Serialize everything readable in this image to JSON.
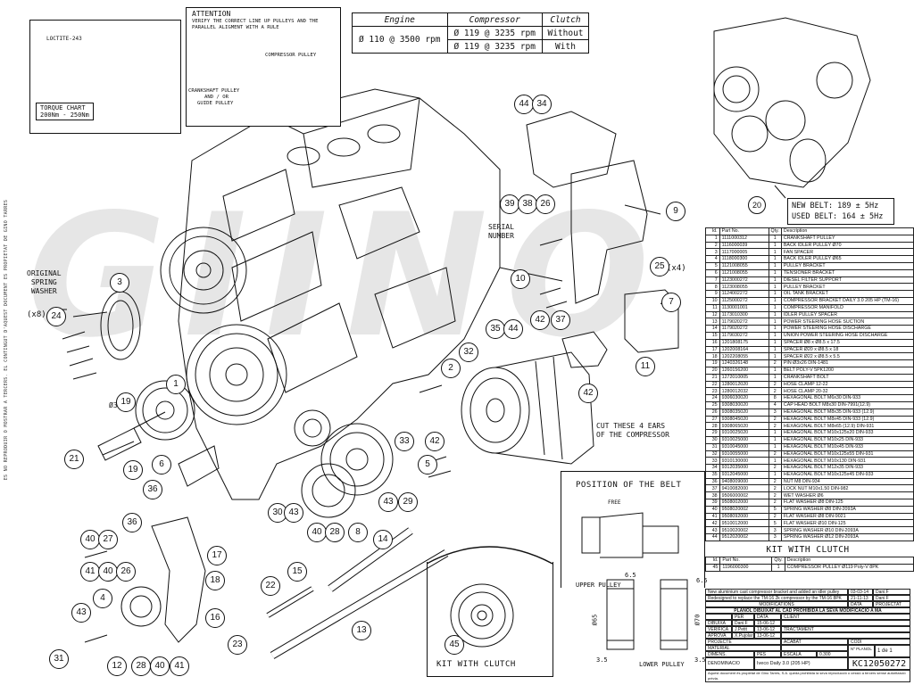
{
  "side_note": "ES NO REPRODUIR O MOSTRAR A TERCERS. EL CONTINGUT D'AQUEST DOCUMENT ES PROPIETAT DE GINO TARRES",
  "watermark": "GIINO",
  "torque_chart": {
    "loctite": "LOCTITE-243",
    "title": "TORQUE CHART",
    "value": "200Nm - 250Nm"
  },
  "attention": {
    "title": "ATTENTION",
    "text_line1": "VERIFY THE CORRECT LINE UP PULLEYS AND THE",
    "text_line2": "PARALLEL ALIGMENT WITH A RULE",
    "label_compressor": "COMPRESSOR PULLEY",
    "label_crank1": "CRANKSHAFT PULLEY",
    "label_crank2": "AND / OR",
    "label_crank3": "GUIDE PULLEY"
  },
  "spec_table": {
    "headers": [
      "Engine",
      "Compressor",
      "Clutch"
    ],
    "engine": "Ø 110 @ 3500 rpm",
    "rows": [
      {
        "compressor": "Ø 119 @ 3235 rpm",
        "clutch": "Without"
      },
      {
        "compressor": "Ø 119 @ 3235 rpm",
        "clutch": "With"
      }
    ]
  },
  "labels": {
    "original_spring_washer1": "ORIGINAL",
    "original_spring_washer2": "SPRING",
    "original_spring_washer3": "WASHER",
    "x8": "(x8)",
    "x4": "(x4)",
    "serial1": "SERIAL",
    "serial2": "NUMBER",
    "cut1": "CUT THESE 4 EARS",
    "cut2": "OF THE COMPRESSOR",
    "phi3": "Ø3",
    "kit_with_clutch_bottom": "KIT WITH CLUTCH",
    "position_belt": "POSITION OF THE BELT",
    "free": "FREE",
    "kit_with_clutch_table": "KIT WITH CLUTCH",
    "upper_pulley": "UPPER PULLEY",
    "lower_pulley": "LOWER PULLEY",
    "dim_65_top": "6.5",
    "dim_35_top": "3.5",
    "dim_phi65": "Ø65",
    "dim_phi70": "Ø70",
    "dim_65_bot": "6.5",
    "dim_35_bot": "3.5",
    "new_belt": "NEW BELT: 189 ± 5Hz",
    "used_belt": "USED BELT: 164 ± 5Hz",
    "callout_20": "20"
  },
  "callouts": [
    {
      "n": "44"
    },
    {
      "n": "34"
    },
    {
      "n": "39"
    },
    {
      "n": "38"
    },
    {
      "n": "26"
    },
    {
      "n": "9"
    },
    {
      "n": "3"
    },
    {
      "n": "24"
    },
    {
      "n": "10"
    },
    {
      "n": "25"
    },
    {
      "n": "7"
    },
    {
      "n": "42"
    },
    {
      "n": "37"
    },
    {
      "n": "35"
    },
    {
      "n": "44"
    },
    {
      "n": "32"
    },
    {
      "n": "11"
    },
    {
      "n": "42"
    },
    {
      "n": "2"
    },
    {
      "n": "1"
    },
    {
      "n": "19"
    },
    {
      "n": "21"
    },
    {
      "n": "19"
    },
    {
      "n": "6"
    },
    {
      "n": "33"
    },
    {
      "n": "42"
    },
    {
      "n": "5"
    },
    {
      "n": "36"
    },
    {
      "n": "30"
    },
    {
      "n": "43"
    },
    {
      "n": "40"
    },
    {
      "n": "28"
    },
    {
      "n": "8"
    },
    {
      "n": "43"
    },
    {
      "n": "29"
    },
    {
      "n": "14"
    },
    {
      "n": "36"
    },
    {
      "n": "40"
    },
    {
      "n": "27"
    },
    {
      "n": "41"
    },
    {
      "n": "40"
    },
    {
      "n": "26"
    },
    {
      "n": "22"
    },
    {
      "n": "15"
    },
    {
      "n": "4"
    },
    {
      "n": "43"
    },
    {
      "n": "16"
    },
    {
      "n": "31"
    },
    {
      "n": "12"
    },
    {
      "n": "28"
    },
    {
      "n": "40"
    },
    {
      "n": "41"
    },
    {
      "n": "23"
    },
    {
      "n": "13"
    },
    {
      "n": "45"
    },
    {
      "n": "18"
    },
    {
      "n": "17"
    }
  ],
  "parts_header": {
    "id": "Id.",
    "part": "Part No.",
    "qty": "Qty.",
    "desc": "Description"
  },
  "parts": [
    [
      "1",
      "1111000312",
      "1",
      "CRANKSHAFT PULLEY"
    ],
    [
      "2",
      "1116000039",
      "1",
      "BACK IDLER PULLEY Ø70"
    ],
    [
      "3",
      "1117000005",
      "1",
      "FAN SPACER"
    ],
    [
      "4",
      "1118000300",
      "1",
      "BACK IDLER PULLEY Ø65"
    ],
    [
      "5",
      "1121008055",
      "1",
      "PULLEY BRACKET"
    ],
    [
      "6",
      "1121008055",
      "1",
      "TENSIONER BRACKET"
    ],
    [
      "7",
      "1123000272",
      "1",
      "DIESEL FILTER SUPPORT"
    ],
    [
      "8",
      "1123008055",
      "1",
      "PULLEY BRACKET"
    ],
    [
      "9",
      "1124002272",
      "1",
      "OIL TANK BRACKET"
    ],
    [
      "10",
      "1125000272",
      "1",
      "COMPRESSOR BRACKET DAILY 3.0 205 HP (TM-16)"
    ],
    [
      "11",
      "1130001001",
      "1",
      "COMPRESSOR MANIFOLD"
    ],
    [
      "12",
      "1173010300",
      "1",
      "IDLER PULLEY SPACER"
    ],
    [
      "13",
      "1179020272",
      "1",
      "POWER STEERING HOSE SUCTION"
    ],
    [
      "14",
      "1179020272",
      "1",
      "POWER STEERING HOSE DISCHARGE"
    ],
    [
      "15",
      "1179030272",
      "1",
      "UNION POWER STEERING HOSE DISCHARGE"
    ],
    [
      "16",
      "1201808175",
      "1",
      "SPACER Ø8 x Ø8.5 x 17.5"
    ],
    [
      "17",
      "1202008164",
      "1",
      "SPACER Ø20 x Ø8.5 x 18"
    ],
    [
      "18",
      "1202208055",
      "1",
      "SPACER Ø22 x Ø8.5 x 5.5"
    ],
    [
      "19",
      "1240326148",
      "2",
      "PIN Ø3x26 DIN-1481"
    ],
    [
      "20",
      "1260156200",
      "1",
      "BELT POLY-V 5PK1200"
    ],
    [
      "21",
      "1272010005",
      "1",
      "CRANKSHAFT BOLT"
    ],
    [
      "22",
      "1280012020",
      "2",
      "HOSE CLAMP 12-22"
    ],
    [
      "23",
      "1280012032",
      "2",
      "HOSE CLAMP 20-32"
    ],
    [
      "24",
      "9306030020",
      "8",
      "HEXAGONAL BOLT M6x30 DIN-933"
    ],
    [
      "25",
      "9308030020",
      "4",
      "CAP HEAD BOLT M8x30 DIN-7991(12.9)"
    ],
    [
      "26",
      "9308035020",
      "3",
      "HEXAGONAL BOLT M8x35 DIN-933 (12.9)"
    ],
    [
      "27",
      "9308045020",
      "2",
      "HEXAGONAL BOLT M8x45 DIN-933 (12.9)"
    ],
    [
      "28",
      "9308065020",
      "2",
      "HEXAGONAL BOLT M8x65 (12.9) DIN-931"
    ],
    [
      "29",
      "9310025020",
      "1",
      "HEXAGONAL BOLT M10x125x20 DIN-933"
    ],
    [
      "30",
      "9310025000",
      "1",
      "HEXAGONAL BOLT M10x25 DIN-933"
    ],
    [
      "31",
      "9310045000",
      "1",
      "HEXAGONAL BOLT M10x45 DIN-933"
    ],
    [
      "32",
      "9310055000",
      "2",
      "HEXAGONAL BOLT M10x125x55 DIN-931"
    ],
    [
      "33",
      "9310130000",
      "1",
      "HEXAGONAL BOLT M10x130 DIN-931"
    ],
    [
      "34",
      "9312035000",
      "2",
      "HEXAGONAL BOLT M12x35 DIN-933"
    ],
    [
      "35",
      "9312045000",
      "1",
      "HEXAGONAL BOLT M10x125x45 DIN-933"
    ],
    [
      "36",
      "9408009000",
      "2",
      "NUT M8 DIN-934"
    ],
    [
      "37",
      "9410082000",
      "2",
      "LOCK NUT M10x1.50 DIN-982"
    ],
    [
      "38",
      "9506000002",
      "2",
      "WET WASHER Ø6"
    ],
    [
      "39",
      "9508002000",
      "2",
      "FLAT WASHER Ø8 DIN-125"
    ],
    [
      "40",
      "9508020002",
      "5",
      "SPRING WASHER Ø8 DIN-2093A"
    ],
    [
      "41",
      "9508092000",
      "2",
      "FLAT WASHER Ø8 DIN-9021"
    ],
    [
      "42",
      "9510012000",
      "5",
      "FLAT WASHER Ø10 DIN-125"
    ],
    [
      "43",
      "9510020002",
      "3",
      "SPRING WASHER Ø10 DIN-2093A"
    ],
    [
      "44",
      "9512020002",
      "3",
      "SPRING WASHER Ø12 DIN-2093A"
    ]
  ],
  "kit_parts": [
    [
      "45",
      "1196000300",
      "1",
      "COMPRESSOR PULLEY Ø119 Poly-V 8PK"
    ]
  ],
  "title_block": {
    "rev1": "New aluminium cast compressor bracket and added an idler pulley",
    "rev2": "Redesigned to replace the TM-16 2k compressor by the TM-16 8PK",
    "modif": "MODIFICATIONS",
    "date_hdr": "DATA",
    "proj_hdr": "PROJECTAT",
    "rev1_date": "03-03-14",
    "rev2_date": "21-11-13",
    "rev1_by": "Dani.F",
    "rev2_by": "Dani.F",
    "warning": "PLANOL DIBUIXAT AL CAD PROHIBIDA LA SEVA MODIFICACIO A MA",
    "dibuixa": "DIBUIXA",
    "verifica": "VERIFICA",
    "aprova": "APROVA",
    "per": "PER",
    "data": "DATA",
    "dibuixa_per": "Dani.F",
    "dibuixa_data": "15-06-12",
    "verifica_per": "J.Petit",
    "verifica_data": "13-06-12",
    "aprova_per": "X.Pujolar",
    "aprova_data": "13-06-12",
    "client": "CLIENT",
    "tractament": "TRACTAMENT",
    "acabat": "ACABAT",
    "codi": "CODI",
    "projecte": "PROJECTE",
    "material": "MATERIAL",
    "dimensions": "DIMENS.",
    "pes": "PES",
    "escala": "ESCALA",
    "escala_val": "0.300",
    "planol_no": "Nº PLANOL",
    "sheet": "1 de 1",
    "denominacio": "DENOMINACIO",
    "denominacio_val": "Iveco Daily 3.0 (205 HP)",
    "drawing_no": "KC12050272",
    "footer": "Aquest document és propietat de Gino Tarres, S.A. queda prohibida la seva reproducció o cessió a tercers sense autorització prèvia."
  }
}
